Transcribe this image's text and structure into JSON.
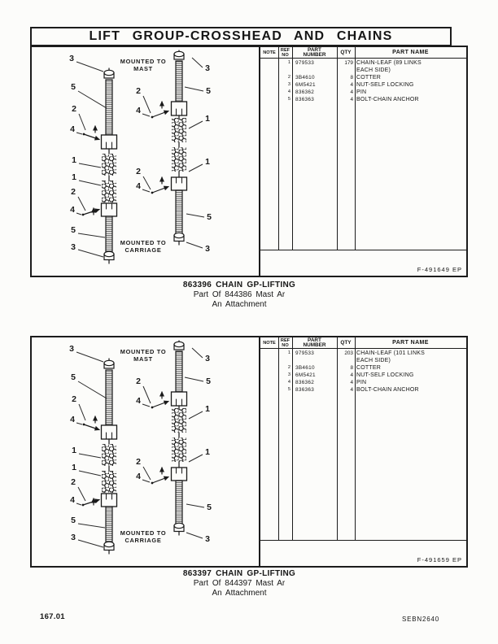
{
  "title": "LIFT GROUP-CROSSHEAD AND CHAINS",
  "table_headers": {
    "note": "NOTE",
    "ref_line1": "REF",
    "ref_line2": "NO",
    "part_line1": "PART",
    "part_line2": "NUMBER",
    "qty": "QTY",
    "name": "PART NAME"
  },
  "diagram": {
    "mounted_top_line1": "MOUNTED TO",
    "mounted_top_line2": "MAST",
    "mounted_bottom_line1": "MOUNTED TO",
    "mounted_bottom_line2": "CARRIAGE",
    "callout_labels": [
      "3",
      "5",
      "2",
      "4",
      "1",
      "1",
      "2",
      "4",
      "5",
      "3",
      "3",
      "5",
      "2",
      "4",
      "1",
      "1",
      "2",
      "4",
      "5",
      "3"
    ]
  },
  "panels": [
    {
      "figure_code": "F-491649 EP",
      "caption_line1": "863396 CHAIN GP-LIFTING",
      "caption_line2": "Part Of 844386 Mast Ar",
      "caption_line3": "An Attachment",
      "rows": [
        {
          "note": "",
          "ref": "1",
          "part_number": "979533",
          "qty": "179",
          "part_name": "CHAIN-LEAF (89 LINKS\nEACH SIDE)"
        },
        {
          "note": "",
          "ref": "2",
          "part_number": "3B4610",
          "qty": "8",
          "part_name": "COTTER"
        },
        {
          "note": "",
          "ref": "3",
          "part_number": "6M5421",
          "qty": "4",
          "part_name": "NUT-SELF LOCKING"
        },
        {
          "note": "",
          "ref": "4",
          "part_number": "836362",
          "qty": "4",
          "part_name": "PIN"
        },
        {
          "note": "",
          "ref": "5",
          "part_number": "836363",
          "qty": "4",
          "part_name": "BOLT-CHAIN ANCHOR"
        }
      ]
    },
    {
      "figure_code": "F-491659 EP",
      "caption_line1": "863397 CHAIN GP-LIFTING",
      "caption_line2": "Part Of 844397 Mast Ar",
      "caption_line3": "An Attachment",
      "rows": [
        {
          "note": "",
          "ref": "1",
          "part_number": "979533",
          "qty": "203",
          "part_name": "CHAIN-LEAF (101 LINKS\nEACH SIDE)"
        },
        {
          "note": "",
          "ref": "2",
          "part_number": "3B4610",
          "qty": "8",
          "part_name": "COTTER"
        },
        {
          "note": "",
          "ref": "3",
          "part_number": "6M5421",
          "qty": "4",
          "part_name": "NUT-SELF LOCKING"
        },
        {
          "note": "",
          "ref": "4",
          "part_number": "836362",
          "qty": "4",
          "part_name": "PIN"
        },
        {
          "note": "",
          "ref": "5",
          "part_number": "836363",
          "qty": "4",
          "part_name": "BOLT-CHAIN ANCHOR"
        }
      ]
    }
  ],
  "footer": {
    "page_number": "167.01",
    "doc_code": "SEBN2640"
  }
}
